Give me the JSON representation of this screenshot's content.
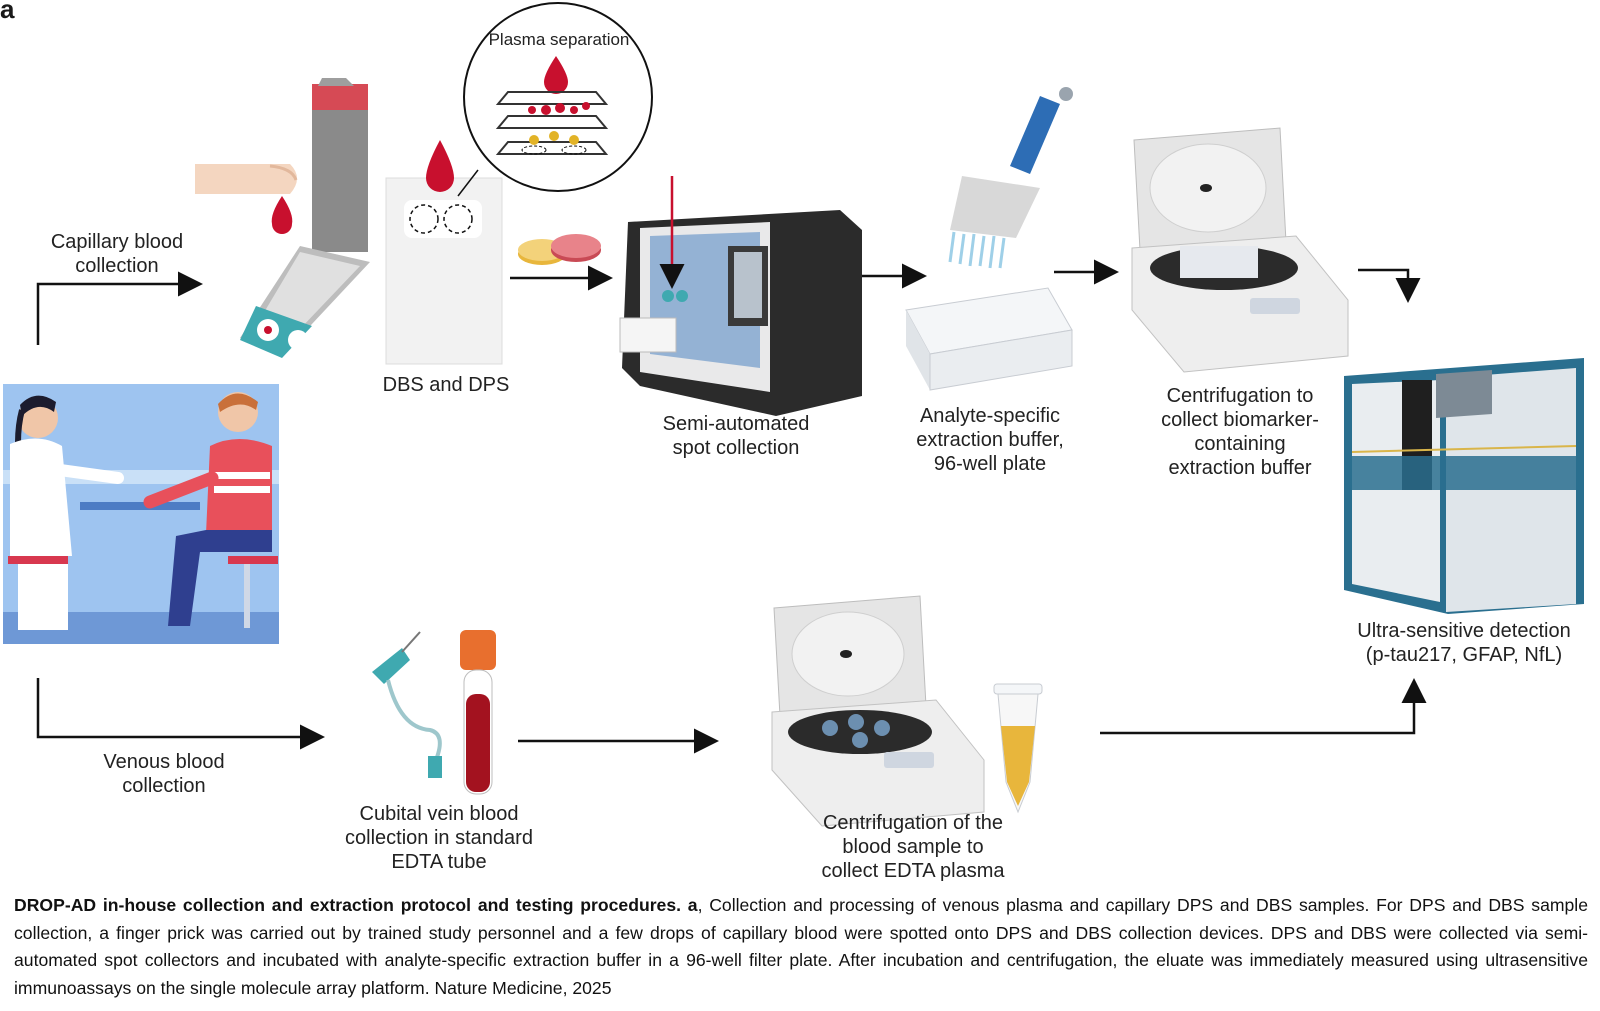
{
  "figure": {
    "panel_letter": "a",
    "labels": {
      "capillary": "Capillary blood\ncollection",
      "plasma_separation": "Plasma separation",
      "dbs_dps": "DBS and DPS",
      "semi_auto": "Semi-automated\nspot collection",
      "analyte": "Analyte-specific\nextraction buffer,\n96-well plate",
      "centrifuge_top": "Centrifugation to\ncollect biomarker-\ncontaining\nextraction buffer",
      "ultra": "Ultra-sensitive detection\n(p-tau217, GFAP, NfL)",
      "venous": "Venous blood\ncollection",
      "cubital": "Cubital vein blood\ncollection in standard\nEDTA tube",
      "centrifuge_bottom": "Centrifugation of the\nblood sample to\ncollect EDTA plasma"
    }
  },
  "caption": {
    "bold": "DROP-AD in-house collection and extraction protocol and testing procedures.",
    "panel": "a",
    "text": ", Collection and processing of venous plasma and capillary DPS and DBS samples. For DPS and DBS sample collection, a finger prick was carried out by trained study personnel and a few drops of capillary blood were spotted onto DPS and DBS collection devices. DPS and DBS were collected via semi-automated spot collectors and incubated with analyte-specific extraction buffer in a 96-well filter plate. After incubation and centrifugation, the eluate was immediately measured using ultrasensitive immunoassays on the single molecule array platform. Nature Medicine, 2025"
  },
  "colors": {
    "blood": "#c8102e",
    "teal": "#3fa9b0",
    "instrument_blue": "#2a6f8f",
    "scene_bg": "#9ec4f0",
    "arrow": "#111111"
  }
}
